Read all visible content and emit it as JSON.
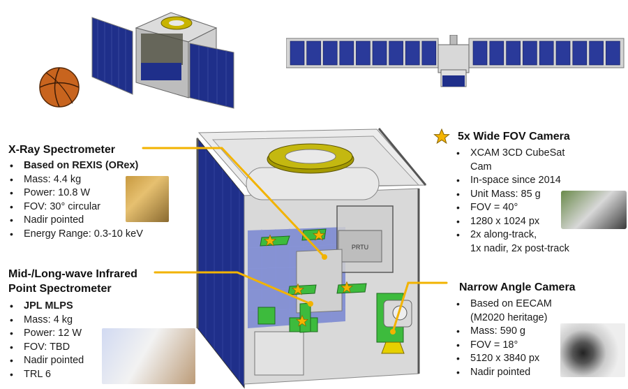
{
  "xray": {
    "title": "X-Ray Spectrometer",
    "items": [
      {
        "text": "Based on REXIS (ORex)",
        "bold": true
      },
      {
        "text": "Mass: 4.4 kg"
      },
      {
        "text": "Power: 10.8 W"
      },
      {
        "text": "FOV: 30° circular"
      },
      {
        "text": "Nadir pointed"
      },
      {
        "text": "Energy Range: 0.3-10 keV"
      }
    ]
  },
  "ir": {
    "title_line1": "Mid-/Long-wave Infrared",
    "title_line2": "Point Spectrometer",
    "items": [
      {
        "text": "JPL MLPS",
        "bold": true
      },
      {
        "text": "Mass: 4 kg"
      },
      {
        "text": "Power: 12 W"
      },
      {
        "text": "FOV: TBD"
      },
      {
        "text": "Nadir pointed"
      },
      {
        "text": "TRL 6"
      }
    ]
  },
  "wfov": {
    "title": "5x Wide FOV Camera",
    "items": [
      {
        "text": "XCAM 3CD CubeSat"
      },
      {
        "text": "Cam",
        "cont": true
      },
      {
        "text": "In-space since 2014"
      },
      {
        "text": "Unit Mass: 85 g"
      },
      {
        "text": "FOV = 40°"
      },
      {
        "text": "1280 x 1024 px"
      },
      {
        "text": "2x along-track,"
      },
      {
        "text": "1x nadir, 2x post-track",
        "cont": true
      }
    ]
  },
  "nac": {
    "title": "Narrow Angle Camera",
    "items": [
      {
        "text": "Based on EECAM"
      },
      {
        "text": "(M2020 heritage)",
        "cont": true
      },
      {
        "text": "Mass: 590 g"
      },
      {
        "text": "FOV = 18°"
      },
      {
        "text": "5120 x 3840 px"
      },
      {
        "text": "Nadir pointed"
      }
    ]
  },
  "labels": {
    "prtu": "PRTU"
  },
  "colors": {
    "leader": "#f2b300",
    "star": "#f4b400",
    "solar": "#1f2f8a",
    "green": "#3dbb3d",
    "frame": "#555555"
  }
}
